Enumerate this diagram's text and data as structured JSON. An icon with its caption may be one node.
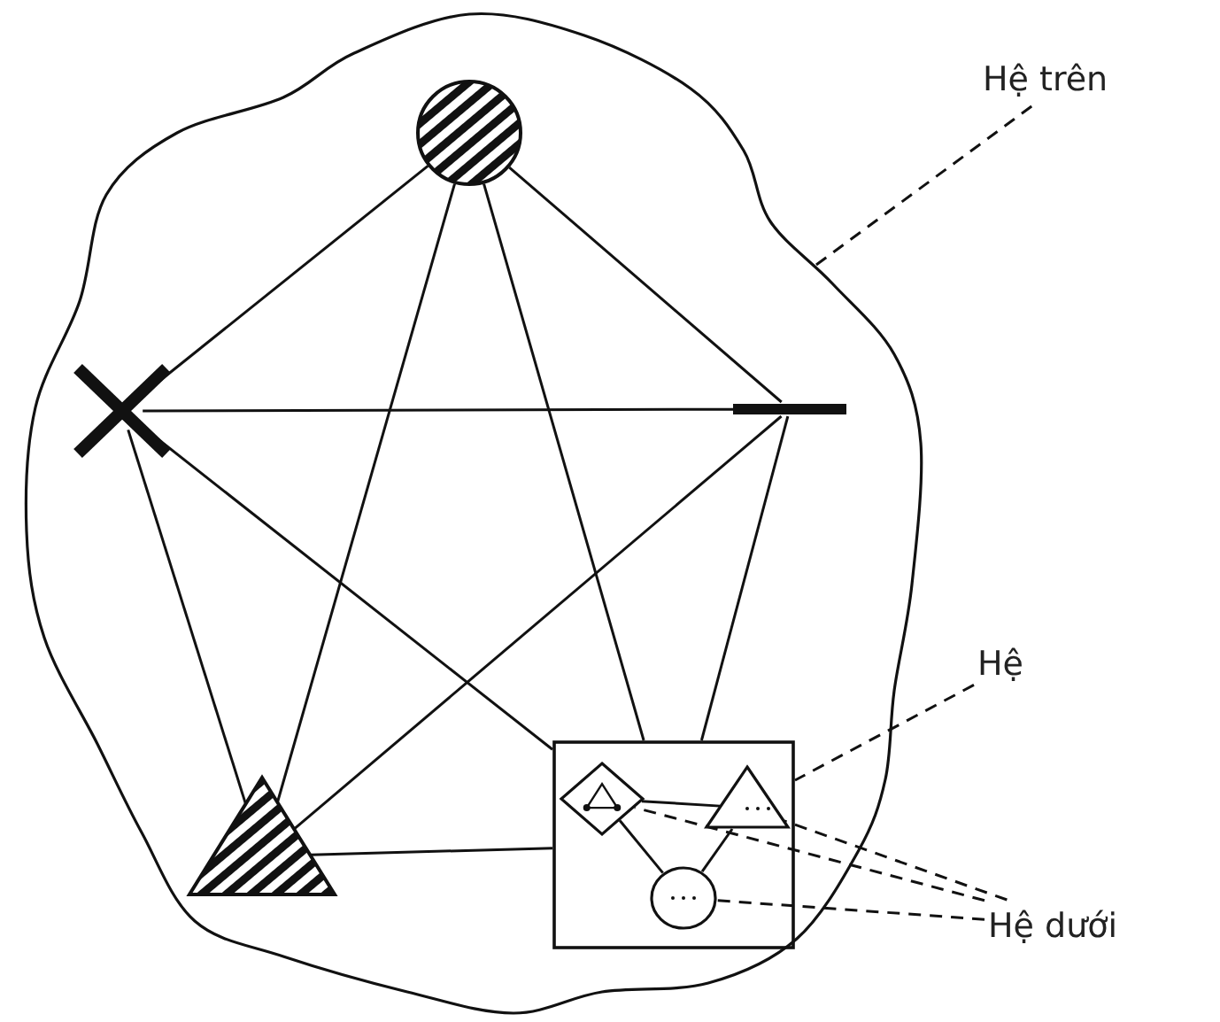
{
  "diagram": {
    "nodes": [
      {
        "text": [],
        "shape": "cloud"
      },
      {
        "text": [],
        "shape": "circle",
        "in": 0
      },
      {
        "text": [],
        "shape": "cross",
        "in": 0
      },
      {
        "text": [],
        "shape": "bar",
        "in": 0
      },
      {
        "text": [],
        "shape": "triangle",
        "in": 0
      },
      {
        "text": [],
        "shape": "box",
        "in": 0
      },
      {
        "text": [],
        "shape": "diamond",
        "in": 5
      },
      {
        "text": [],
        "shape": "triangle",
        "in": 5
      },
      {
        "text": [],
        "shape": "circle",
        "in": 5
      },
      {
        "text": [
          "Hệ trên"
        ]
      },
      {
        "text": [
          "Hệ"
        ]
      },
      {
        "text": [
          "Hệ dưới"
        ]
      }
    ],
    "edges": [
      {
        "from": 1,
        "to": 2,
        "arrow": "none"
      },
      {
        "from": 1,
        "to": 3,
        "arrow": "none"
      },
      {
        "from": 1,
        "to": 4,
        "arrow": "none"
      },
      {
        "from": 1,
        "to": 5,
        "arrow": "none"
      },
      {
        "from": 2,
        "to": 3,
        "arrow": "none"
      },
      {
        "from": 2,
        "to": 4,
        "arrow": "none"
      },
      {
        "from": 2,
        "to": 5,
        "arrow": "none"
      },
      {
        "from": 3,
        "to": 4,
        "arrow": "none"
      },
      {
        "from": 3,
        "to": 5,
        "arrow": "none"
      },
      {
        "from": 4,
        "to": 5,
        "arrow": "none"
      },
      {
        "from": 6,
        "to": 7,
        "arrow": "none"
      },
      {
        "from": 6,
        "to": 8,
        "arrow": "none"
      },
      {
        "from": 7,
        "to": 8,
        "arrow": "none"
      },
      {
        "from": 9,
        "to": 0,
        "arrow": "none",
        "style": "dashed"
      },
      {
        "from": 10,
        "to": 5,
        "arrow": "none",
        "style": "dashed"
      },
      {
        "from": 11,
        "to": 6,
        "arrow": "none",
        "style": "dashed"
      },
      {
        "from": 11,
        "to": 7,
        "arrow": "none",
        "style": "dashed"
      },
      {
        "from": 11,
        "to": 8,
        "arrow": "none",
        "style": "dashed"
      }
    ]
  }
}
